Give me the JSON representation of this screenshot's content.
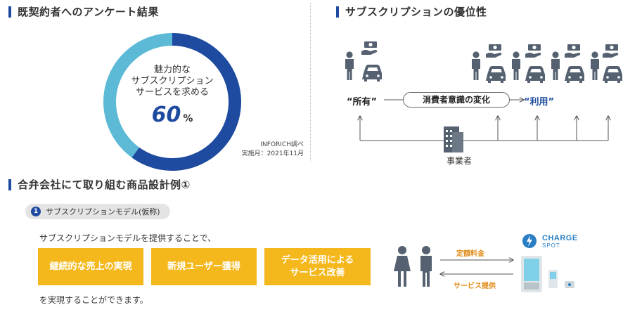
{
  "survey": {
    "title": "既契約者へのアンケート結果",
    "center_line1": "魅力的な",
    "center_line2": "サブスクリプション",
    "center_line3": "サービスを求める",
    "percent_value": "60",
    "percent_unit": "%",
    "source_line1": "INFORICH調べ",
    "source_line2": "実施月：2021年11月"
  },
  "chart_data": {
    "type": "pie",
    "categories": [
      "サブスクリプションサービスを求める",
      ""
    ],
    "values": [
      60,
      40
    ],
    "colors": [
      "#1e4ba0",
      "#5dbad7"
    ]
  },
  "advantage": {
    "title": "サブスクリプションの優位性",
    "ownership_label": "“所有”",
    "change_label": "消費者意識の変化",
    "usage_label": "“利用”",
    "operator_label": "事業者"
  },
  "design": {
    "title": "合弁会社にて取り組む商品設計例①",
    "pill_number": "1",
    "pill_label": "サブスクリプションモデル(仮称)",
    "intro_text": "サブスクリプションモデルを提供することで、",
    "boxes": [
      "継続的な売上の実現",
      "新規ユーザー獲得",
      "データ活用による",
      "サービス改善"
    ],
    "outro_text": "を実現することができます。",
    "fee_label": "定額料金",
    "service_label": "サービス提供",
    "brand_name": "CHARGE",
    "brand_sub": "SPOT"
  },
  "colors": {
    "primary": "#1e4ba0",
    "light_blue": "#5dbad7",
    "yellow": "#f4b81c",
    "orange_text": "#e08a16",
    "gray_figure": "#556170"
  },
  "icons": [
    "person-icon",
    "car-icon",
    "money-hand-icon",
    "building-icon",
    "woman-icon",
    "man-icon",
    "charging-station-icon",
    "charge-logo-icon"
  ]
}
